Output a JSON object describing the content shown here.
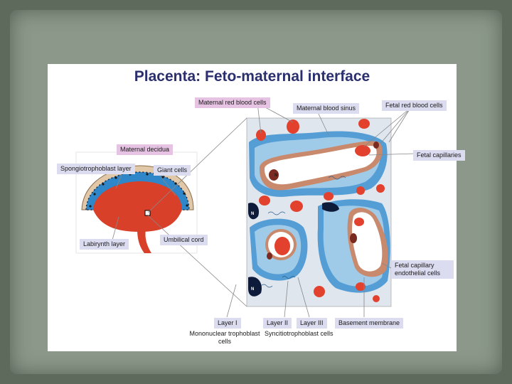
{
  "slide": {
    "title": "Placenta: Feto-maternal interface"
  },
  "labels": {
    "maternal_red_blood_cells": "Maternal red blood cells",
    "maternal_blood_sinus": "Maternal blood sinus",
    "fetal_red_blood_cells": "Fetal red blood cells",
    "maternal_decidua": "Maternal decidua",
    "spongiotrophoblast_layer": "Spongiotrophoblast layer",
    "giant_cells": "Giant cells",
    "fetal_capillaries": "Fetal capillaries",
    "labyrinth_layer": "Labirynth layer",
    "umbilical_cord": "Umbilical cord",
    "fetal_capillary_endothelial": "Fetal capillary endothelial cells",
    "layer_1": "Layer I",
    "layer_2": "Layer II",
    "layer_3": "Layer III",
    "basement_membrane": "Basement membrane",
    "mononuclear_trophoblast": "Mononuclear trophoblast cells",
    "syncitiotrophoblast": "Syncitiotrophoblast cells",
    "nucleus_marker": "N"
  },
  "colors": {
    "slide_background": "#8c998a",
    "title_color": "#2b2f6e",
    "trophoblast_blue": "#2f86c8",
    "labyrinth_red": "#d9402a",
    "red_cell": "#e2412d",
    "capillary_wall": "#c9896d",
    "dark_nucleus": "#0e1a3a"
  }
}
